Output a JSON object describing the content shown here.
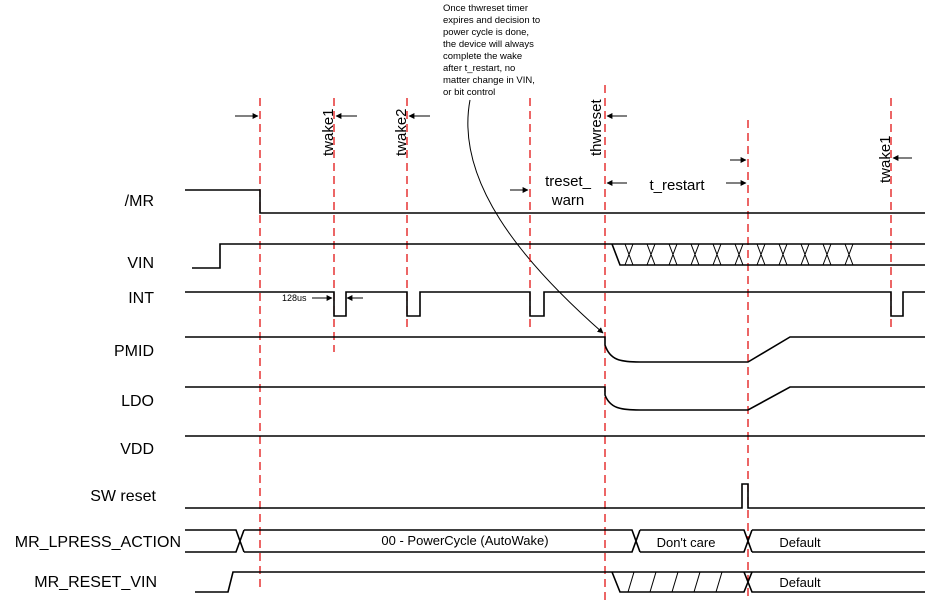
{
  "annotation": "Once thwreset timer expires and decision to power cycle is done, the device will always complete the wake after t_restart, no matter change in VIN, or bit control",
  "signals": {
    "mr": "/MR",
    "vin": "VIN",
    "int": "INT",
    "pmid": "PMID",
    "ldo": "LDO",
    "vdd": "VDD",
    "sw_reset": "SW reset",
    "mr_lpress_action": "MR_LPRESS_ACTION",
    "mr_reset_vin": "MR_RESET_VIN"
  },
  "timers": {
    "twake1_a": "twake1",
    "twake2": "twake2",
    "thwreset": "thwreset",
    "treset_warn_line1": "treset_",
    "treset_warn_line2": "warn",
    "t_restart": "t_restart",
    "twake1_b": "twake1"
  },
  "pulse_width": "128us",
  "bus_values": {
    "lpress_powercycle": "00 - PowerCycle (AutoWake)",
    "lpress_dont_care": "Don't care",
    "lpress_default": "Default",
    "reset_vin_default": "Default"
  },
  "colors": {
    "marker_line": "#e00000",
    "trace": "#000000"
  }
}
